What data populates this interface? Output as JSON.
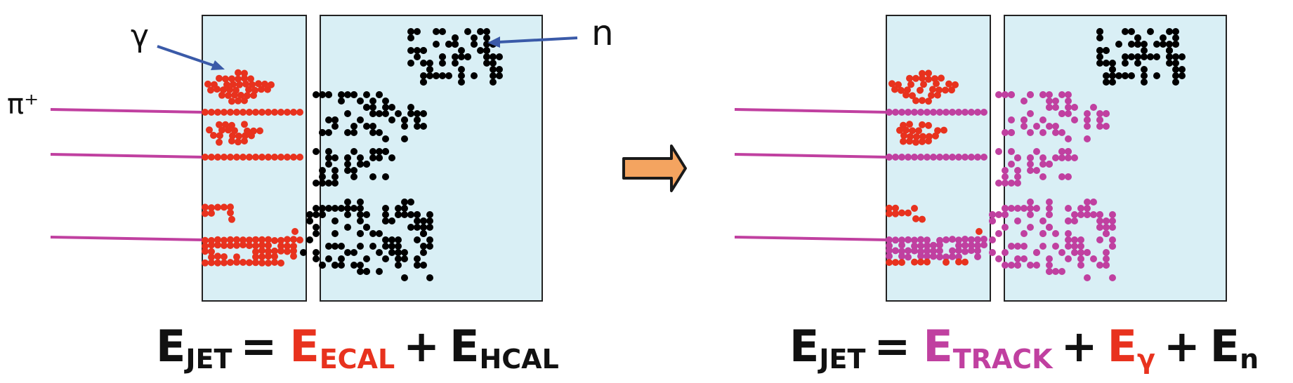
{
  "left_panel": {
    "labels": {
      "photon": "γ",
      "pion": "π⁺",
      "neutron": "n"
    },
    "equation": {
      "lhs": "E",
      "lhs_sub": "JET",
      "eq": "=",
      "t1": "E",
      "t1_sub": "ECAL",
      "plus": "+",
      "t2": "E",
      "t2_sub": "HCAL"
    }
  },
  "right_panel": {
    "equation": {
      "lhs": "E",
      "lhs_sub": "JET",
      "eq": "=",
      "t1": "E",
      "t1_sub": "TRACK",
      "plus1": "+",
      "t2": "E",
      "t2_sub": "γ",
      "plus2": "+",
      "t3": "E",
      "t3_sub": "n"
    }
  },
  "colors": {
    "detector_fill": "#d9eff5",
    "detector_border": "#222222",
    "photon_hits": "#e8321e",
    "hadron_hits": "#000000",
    "track": "#c040a0",
    "arrow_fill": "#f4a460",
    "arrow_stroke": "#1a1a1a",
    "pointer": "#3a5aa8"
  },
  "icons": {
    "transition": "right-arrow-icon",
    "pointer": "pointer-arrow-icon"
  }
}
